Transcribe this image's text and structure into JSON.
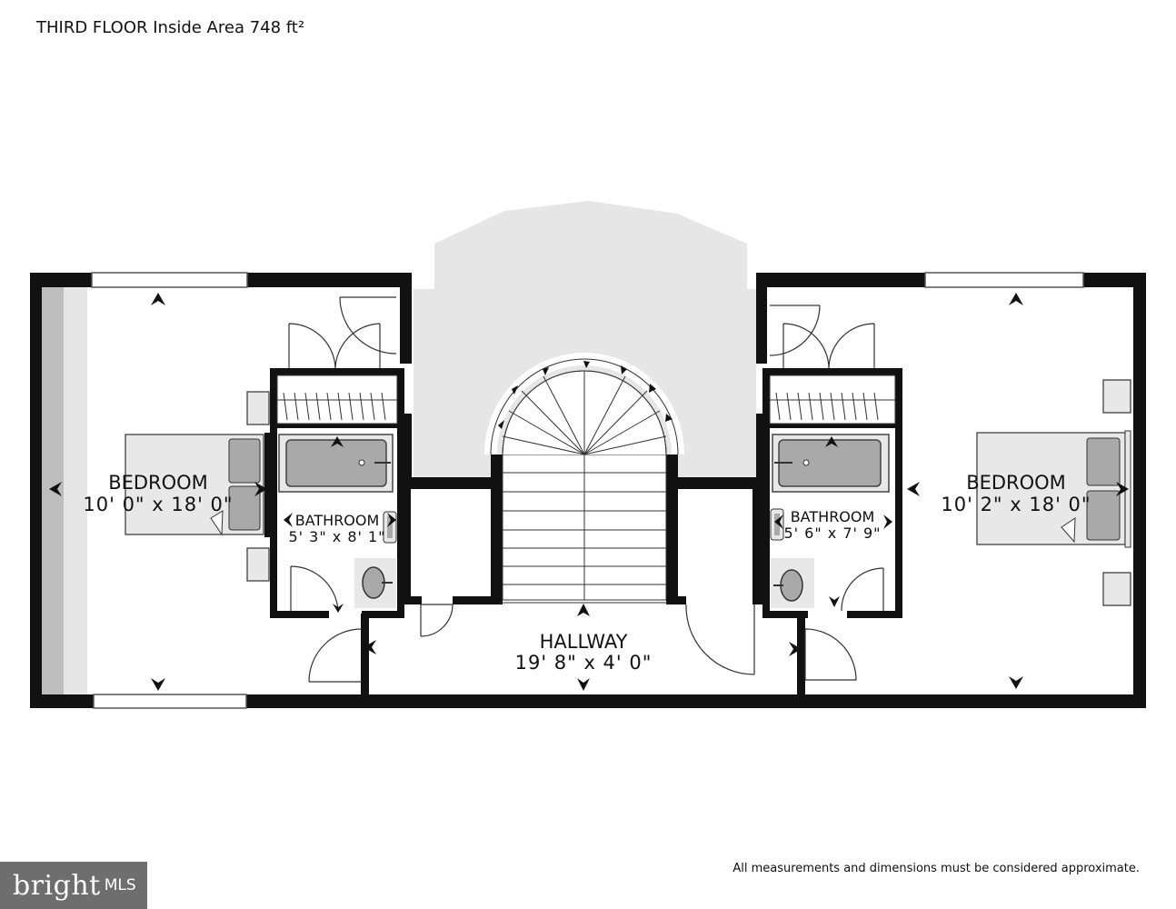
{
  "header": {
    "title": "THIRD FLOOR Inside Area 748 ft²"
  },
  "footer": {
    "disclaimer": "All measurements and dimensions must be considered approximate.",
    "logo_brand": "bright",
    "logo_mls": "MLS"
  },
  "rooms": {
    "bedroom_left": {
      "name": "BEDROOM",
      "dims": "10' 0\" x 18' 0\""
    },
    "bathroom_left": {
      "name": "BATHROOM",
      "dims": "5' 3\" x 8' 1\""
    },
    "hallway": {
      "name": "HALLWAY",
      "dims": "19' 8\" x 4' 0\""
    },
    "bathroom_right": {
      "name": "BATHROOM",
      "dims": "5' 6\" x 7' 9\""
    },
    "bedroom_right": {
      "name": "BEDROOM",
      "dims": "10' 2\" x 18' 0\""
    }
  },
  "colors": {
    "wall": "#111111",
    "fixture": "#a9a9a9",
    "bay": "#e6e6e6",
    "window_band": "#bdbdbd"
  }
}
